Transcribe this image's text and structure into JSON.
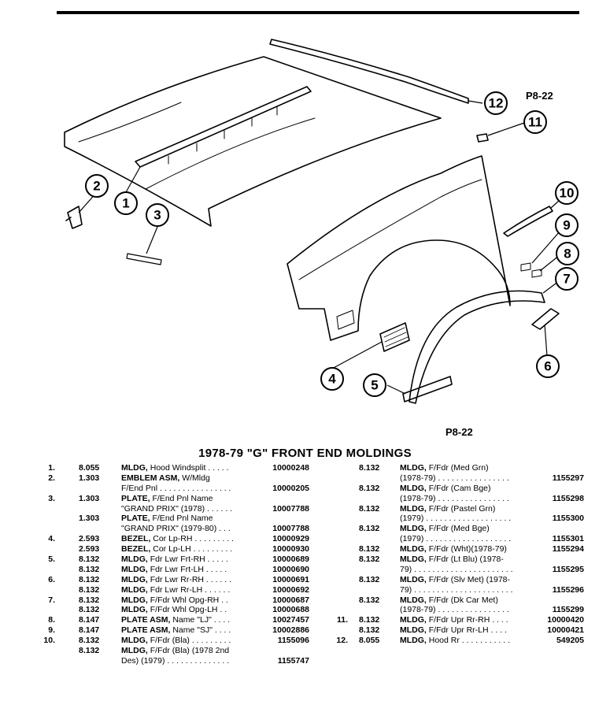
{
  "figure_refs": {
    "top": "P8-22",
    "bottom": "P8-22"
  },
  "callouts": [
    "1",
    "2",
    "3",
    "4",
    "5",
    "6",
    "7",
    "8",
    "9",
    "10",
    "11",
    "12"
  ],
  "title": "1978-79 \"G\" FRONT END MOLDINGS",
  "left_rows": [
    {
      "idx": "1.",
      "grp": "8.055",
      "name": "MLDG,",
      "desc": " Hood Windsplit . . . . .",
      "part": "10000248"
    },
    {
      "idx": "2.",
      "grp": "1.303",
      "name": "EMBLEM ASM,",
      "desc": " W/Mldg",
      "part": ""
    },
    {
      "idx": "",
      "grp": "",
      "name": "",
      "desc": "F/End Pnl . . . . . . . . . . . . . . . .",
      "part": "10000205"
    },
    {
      "idx": "3.",
      "grp": "1.303",
      "name": "PLATE,",
      "desc": " F/End Pnl Name",
      "part": ""
    },
    {
      "idx": "",
      "grp": "",
      "name": "",
      "desc": "\"GRAND PRIX\" (1978) . . . . . .",
      "part": "10007788"
    },
    {
      "idx": "",
      "grp": "1.303",
      "name": "PLATE,",
      "desc": " F/End Pnl Name",
      "part": ""
    },
    {
      "idx": "",
      "grp": "",
      "name": "",
      "desc": "\"GRAND PRIX\" (1979-80) . . .",
      "part": "10007788"
    },
    {
      "idx": "4.",
      "grp": "2.593",
      "name": "BEZEL,",
      "desc": " Cor Lp-RH . . . . . . . . .",
      "part": "10000929"
    },
    {
      "idx": "",
      "grp": "2.593",
      "name": "BEZEL,",
      "desc": " Cor Lp-LH . . . . . . . . .",
      "part": "10000930"
    },
    {
      "idx": "5.",
      "grp": "8.132",
      "name": "MLDG,",
      "desc": " Fdr Lwr Frt-RH . . . . .",
      "part": "10000689"
    },
    {
      "idx": "",
      "grp": "8.132",
      "name": "MLDG,",
      "desc": " Fdr Lwr Frt-LH . . . . .",
      "part": "10000690"
    },
    {
      "idx": "6.",
      "grp": "8.132",
      "name": "MLDG,",
      "desc": " Fdr Lwr Rr-RH . . . . . .",
      "part": "10000691"
    },
    {
      "idx": "",
      "grp": "8.132",
      "name": "MLDG,",
      "desc": " Fdr Lwr Rr-LH . . . . . .",
      "part": "10000692"
    },
    {
      "idx": "7.",
      "grp": "8.132",
      "name": "MLDG,",
      "desc": " F/Fdr Whl Opg-RH . .",
      "part": "10000687"
    },
    {
      "idx": "",
      "grp": "8.132",
      "name": "MLDG,",
      "desc": " F/Fdr Whl Opg-LH . .",
      "part": "10000688"
    },
    {
      "idx": "8.",
      "grp": "8.147",
      "name": "PLATE ASM,",
      "desc": " Name \"LJ\" . . . .",
      "part": "10027457"
    },
    {
      "idx": "9.",
      "grp": "8.147",
      "name": "PLATE ASM,",
      "desc": " Name \"SJ\" . . . .",
      "part": "10002886"
    },
    {
      "idx": "10.",
      "grp": "8.132",
      "name": "MLDG,",
      "desc": " F/Fdr (Bla) . . . . . . . . .",
      "part": "1155096"
    },
    {
      "idx": "",
      "grp": "8.132",
      "name": "MLDG,",
      "desc": " F/Fdr (Bla) (1978 2nd",
      "part": ""
    },
    {
      "idx": "",
      "grp": "",
      "name": "",
      "desc": "Des) (1979) . . . . . . . . . . . . . .",
      "part": "1155747"
    }
  ],
  "right_rows": [
    {
      "idx": "",
      "grp": "8.132",
      "name": "MLDG,",
      "desc": " F/Fdr (Med Grn)",
      "part": ""
    },
    {
      "idx": "",
      "grp": "",
      "name": "",
      "desc": "(1978-79) . . . . . . . . . . . . . . . .",
      "part": "1155297"
    },
    {
      "idx": "",
      "grp": "8.132",
      "name": "MLDG,",
      "desc": " F/Fdr (Cam Bge)",
      "part": ""
    },
    {
      "idx": "",
      "grp": "",
      "name": "",
      "desc": "(1978-79) . . . . . . . . . . . . . . . .",
      "part": "1155298"
    },
    {
      "idx": "",
      "grp": "8.132",
      "name": "MLDG,",
      "desc": " F/Fdr (Pastel Grn)",
      "part": ""
    },
    {
      "idx": "",
      "grp": "",
      "name": "",
      "desc": "(1979) . . . . . . . . . . . . . . . . . . .",
      "part": "1155300"
    },
    {
      "idx": "",
      "grp": "8.132",
      "name": "MLDG,",
      "desc": " F/Fdr (Med Bge)",
      "part": ""
    },
    {
      "idx": "",
      "grp": "",
      "name": "",
      "desc": "(1979) . . . . . . . . . . . . . . . . . . .",
      "part": "1155301"
    },
    {
      "idx": "",
      "grp": "8.132",
      "name": "MLDG,",
      "desc": " F/Fdr (Wht)(1978-79)",
      "part": "1155294"
    },
    {
      "idx": "",
      "grp": "8.132",
      "name": "MLDG,",
      "desc": " F/Fdr (Lt Blu) (1978-",
      "part": ""
    },
    {
      "idx": "",
      "grp": "",
      "name": "",
      "desc": "79) . . . . . . . . . . . . . . . . . . . . . .",
      "part": "1155295"
    },
    {
      "idx": "",
      "grp": "8.132",
      "name": "MLDG,",
      "desc": " F/Fdr (Slv Met) (1978-",
      "part": ""
    },
    {
      "idx": "",
      "grp": "",
      "name": "",
      "desc": "79) . . . . . . . . . . . . . . . . . . . . . .",
      "part": "1155296"
    },
    {
      "idx": "",
      "grp": "8.132",
      "name": "MLDG,",
      "desc": " F/Fdr (Dk Car Met)",
      "part": ""
    },
    {
      "idx": "",
      "grp": "",
      "name": "",
      "desc": "(1978-79) . . . . . . . . . . . . . . . .",
      "part": "1155299"
    },
    {
      "idx": "11.",
      "grp": "8.132",
      "name": "MLDG,",
      "desc": " F/Fdr Upr Rr-RH . . . .",
      "part": "10000420"
    },
    {
      "idx": "",
      "grp": "8.132",
      "name": "MLDG,",
      "desc": " F/Fdr Upr Rr-LH . . . .",
      "part": "10000421"
    },
    {
      "idx": "12.",
      "grp": "8.055",
      "name": "MLDG,",
      "desc": " Hood Rr . . . . . . . . . . .",
      "part": "549205"
    }
  ]
}
